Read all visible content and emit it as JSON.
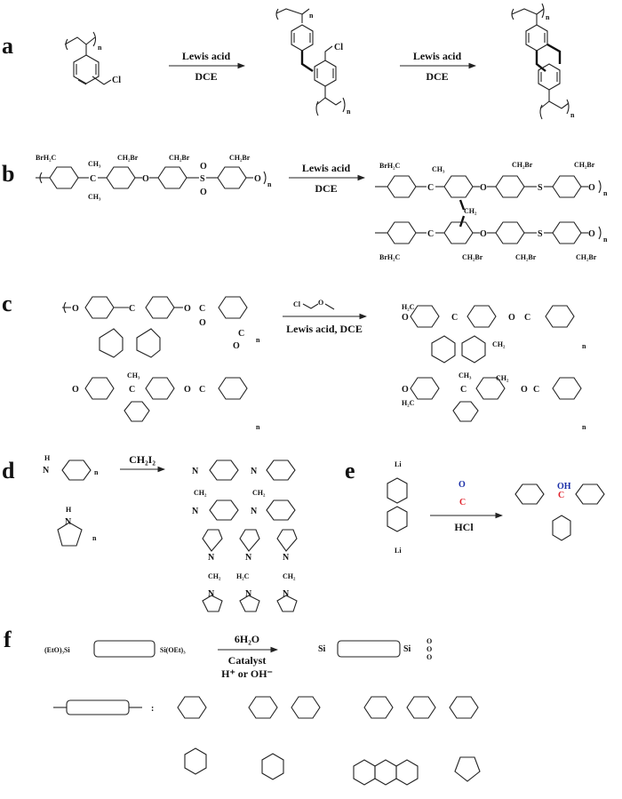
{
  "figure": {
    "panels": [
      {
        "id": "a",
        "label": "a",
        "steps": [
          {
            "reagent": "Lewis acid",
            "solvent": "DCE"
          },
          {
            "reagent": "Lewis acid",
            "solvent": "DCE"
          }
        ],
        "atoms": {
          "cl": "Cl",
          "n": "n"
        }
      },
      {
        "id": "b",
        "label": "b",
        "reagent": "Lewis acid",
        "solvent": "DCE",
        "atoms": {
          "brh2c": "BrH₂C",
          "ch3": "CH₃",
          "ch2br": "CH₂Br",
          "ch2": "CH₂",
          "c": "C",
          "o": "O",
          "s": "S",
          "n": "n"
        }
      },
      {
        "id": "c",
        "label": "c",
        "reagent_structure": {
          "cl": "Cl",
          "o": "O"
        },
        "conditions": "Lewis acid, DCE",
        "atoms": {
          "o": "O",
          "c": "C",
          "ch3": "CH₃",
          "ch2": "CH₂",
          "h2c": "H₂C",
          "n": "n"
        }
      },
      {
        "id": "d",
        "label": "d",
        "reagent": "CH₂I₂",
        "atoms": {
          "h": "H",
          "n_atom": "N",
          "ch2": "CH₂",
          "h2c": "H₂C",
          "n": "n"
        }
      },
      {
        "id": "e",
        "label": "e",
        "reagent": "HCl",
        "reactant_atom": "Li",
        "carbonate": {
          "o": "O",
          "c": "C"
        },
        "product": {
          "oh": "OH",
          "c": "C"
        },
        "colors": {
          "oxygen": "#1a2fa8",
          "carbon": "#e0202a"
        }
      },
      {
        "id": "f",
        "label": "f",
        "reactant_left": "(EtO)₃Si",
        "reactant_right": "Si(OEt)₃",
        "reagent": "6H₂O",
        "catalyst": "Catalyst",
        "catalyst_type": "H⁺ or OH⁻",
        "product": {
          "si": "Si",
          "o": "O"
        },
        "legend_colon": ":",
        "linkers": [
          "1,4-phenylene",
          "4,4'-biphenylene",
          "terphenylene",
          "1,3-phenylene",
          "1,3,5-benzenetriyl",
          "9,10-anthracenylene",
          "3,4-thiophenylene"
        ]
      }
    ]
  }
}
